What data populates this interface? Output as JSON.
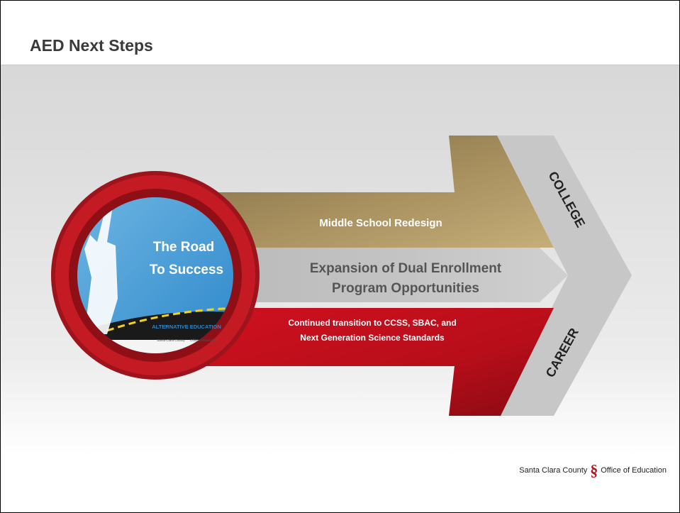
{
  "slide": {
    "title": "AED Next Steps"
  },
  "arrows": {
    "top": "Middle School Redesign",
    "middle_line1": "Expansion of Dual Enrollment",
    "middle_line2": "Program Opportunities",
    "bottom_line1": "Continued transition to CCSS, SBAC, and",
    "bottom_line2": "Next Generation Science Standards"
  },
  "chevron": {
    "college": "COLLEGE",
    "career": "CAREER"
  },
  "badge": {
    "line1": "The Road",
    "line2": "To Success",
    "program": "ALTERNATIVE EDUCATION",
    "sub": "Santa Clara County",
    "sub2": "Office of Education"
  },
  "footer": {
    "left": "Santa Clara County",
    "right": "Office of Education"
  },
  "colors": {
    "gold": "#a28a5c",
    "gray": "#c0c0c0",
    "red": "#c8101e",
    "ring": "#b21a22"
  }
}
